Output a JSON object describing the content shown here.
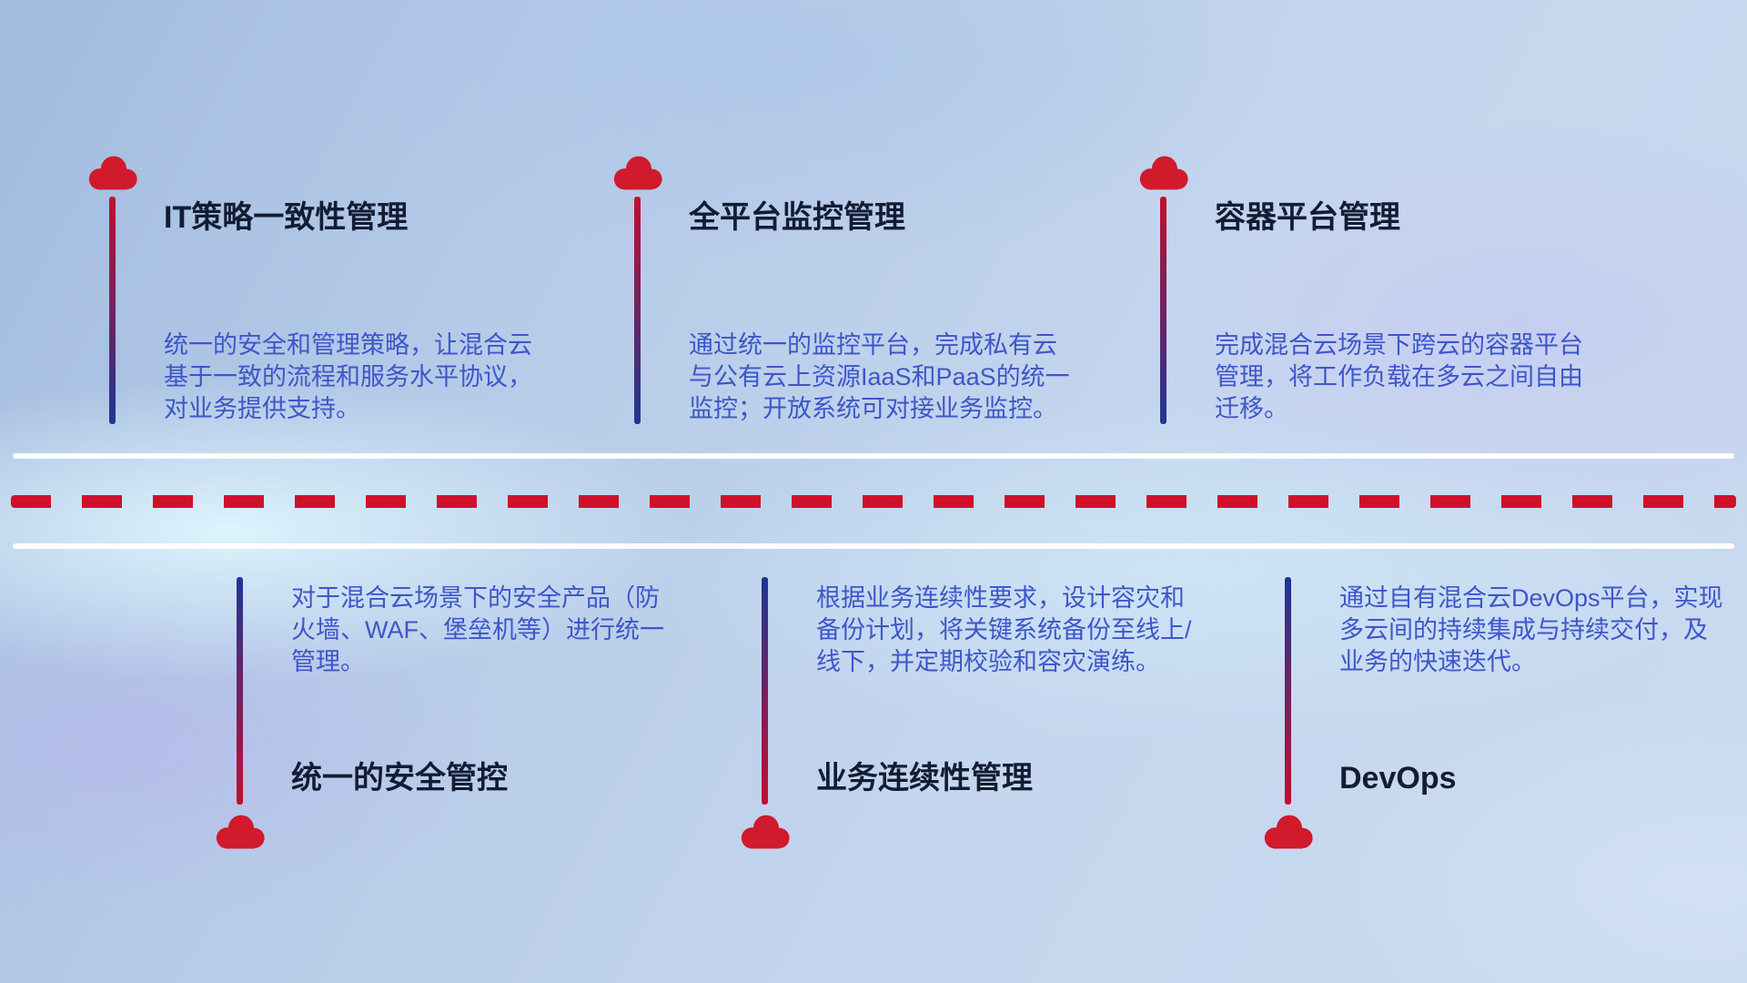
{
  "colors": {
    "cloud_red": "#d11a2b",
    "dash_red": "#d0102a",
    "connector_red": "#c30e2e",
    "connector_blue": "#1c3794",
    "title_text": "#121c33",
    "description_text": "#3e56c9",
    "road_white": "#ffffff"
  },
  "top_items": [
    {
      "title": "IT策略一致性管理",
      "description": "统一的安全和管理策略，让混合云基于一致的流程和服务水平协议，对业务提供支持。"
    },
    {
      "title": "全平台监控管理",
      "description": "通过统一的监控平台，完成私有云与公有云上资源IaaS和PaaS的统一监控；开放系统可对接业务监控。"
    },
    {
      "title": "容器平台管理",
      "description": "完成混合云场景下跨云的容器平台管理，将工作负载在多云之间自由迁移。"
    }
  ],
  "bottom_items": [
    {
      "title": "统一的安全管控",
      "description": "对于混合云场景下的安全产品（防火墙、WAF、堡垒机等）进行统一管理。"
    },
    {
      "title": "业务连续性管理",
      "description": "根据业务连续性要求，设计容灾和备份计划，将关键系统备份至线上/线下，并定期校验和容灾演练。"
    },
    {
      "title": "DevOps",
      "description": "通过自有混合云DevOps平台，实现多云间的持续集成与持续交付，及业务的快速迭代。"
    }
  ]
}
